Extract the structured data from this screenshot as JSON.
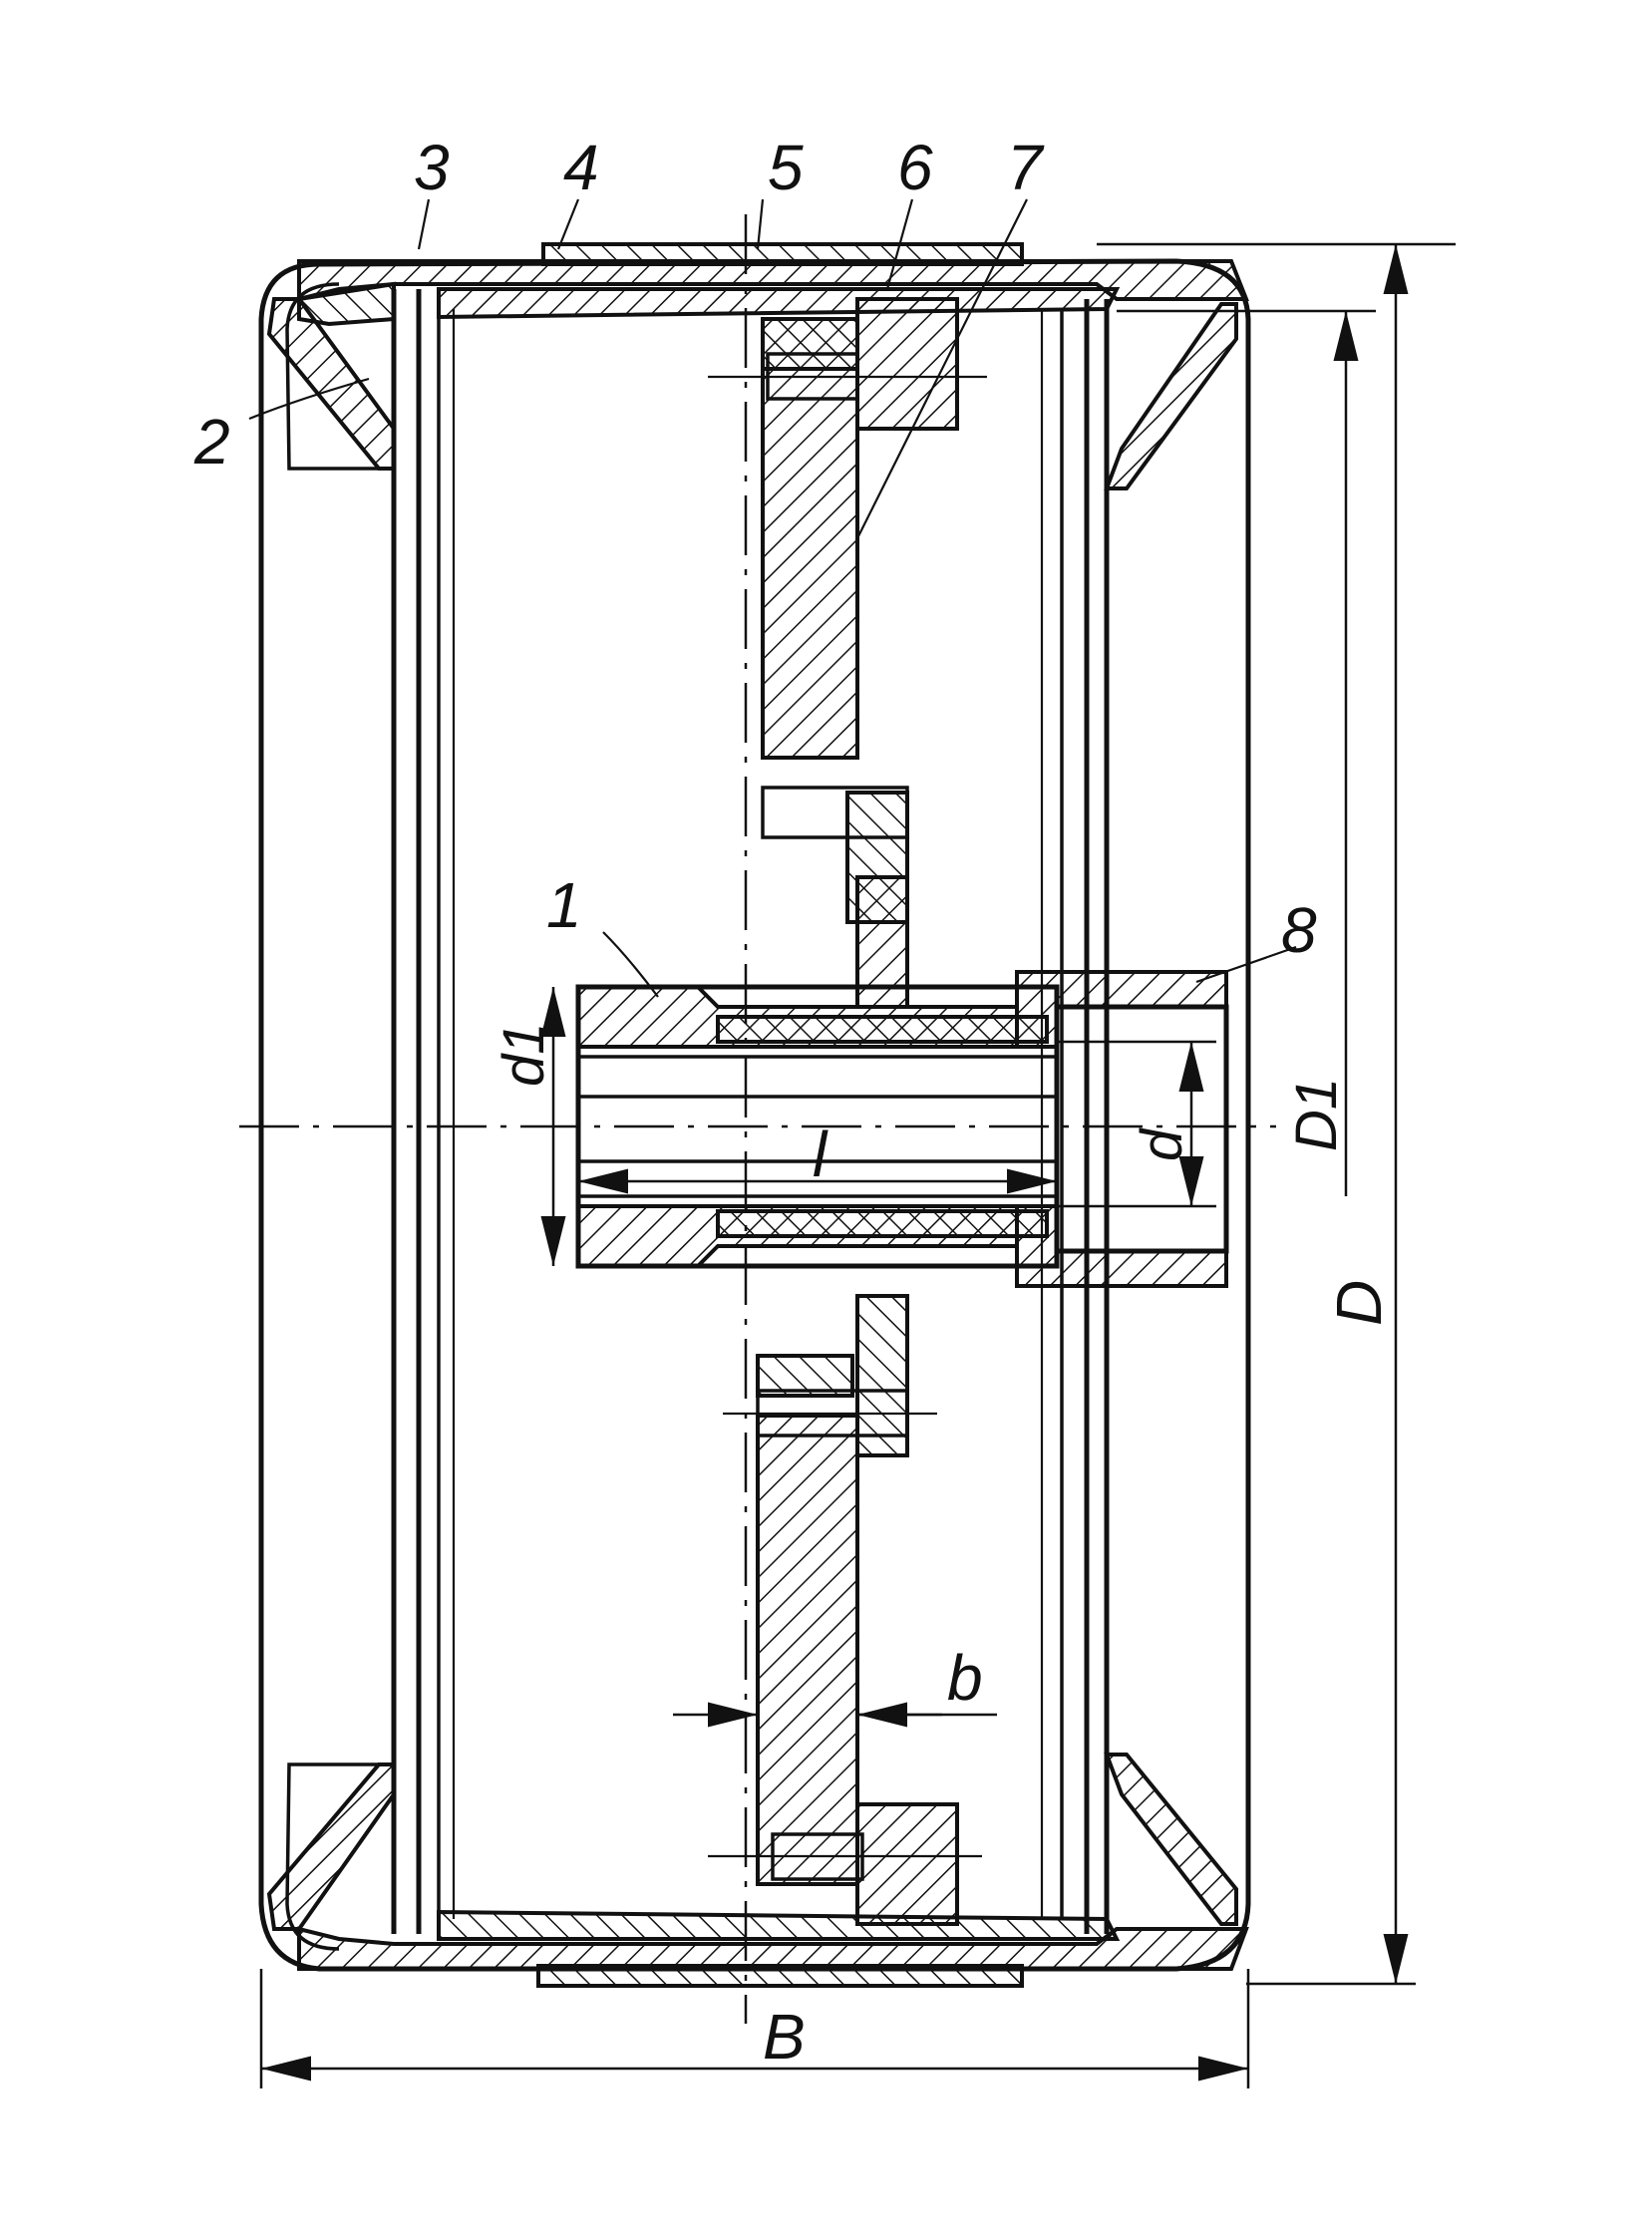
{
  "labels": {
    "part_1": "1",
    "part_2": "2",
    "part_3": "3",
    "part_4": "4",
    "part_5": "5",
    "part_6": "6",
    "part_7": "7",
    "part_8": "8",
    "dim_D": "D",
    "dim_D1": "D1",
    "dim_B": "B",
    "dim_d": "d",
    "dim_d1": "d1",
    "dim_l": "l",
    "dim_b": "b"
  }
}
